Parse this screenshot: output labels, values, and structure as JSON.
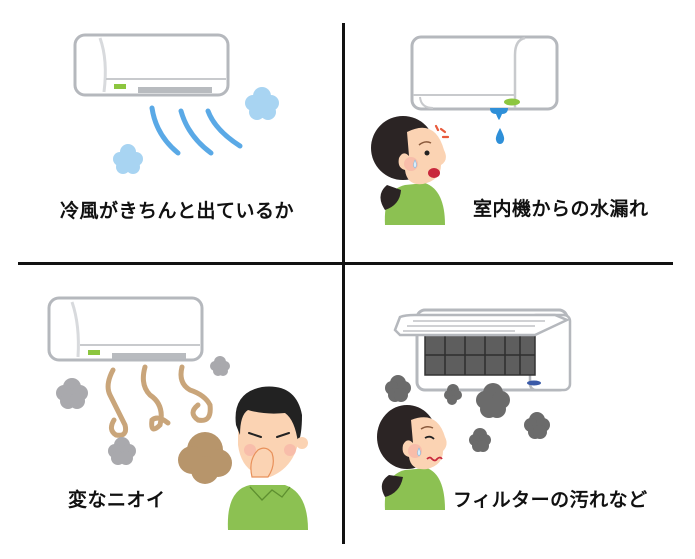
{
  "panels": [
    {
      "id": "cold-air",
      "caption": "冷風がきちんと出ているか",
      "illustration": "air-conditioner-blowing-cold-air",
      "colors": {
        "airflow": "#5aa9e6",
        "cloud": "#a8d4f2",
        "indicator": "#8cc63f"
      }
    },
    {
      "id": "water-leak",
      "caption": "室内機からの水漏れ",
      "illustration": "woman-surprised-by-dripping-air-conditioner",
      "colors": {
        "water": "#2e8fd8",
        "shirt": "#8cc152",
        "alert": "#e85a3c"
      }
    },
    {
      "id": "strange-smell",
      "caption": "変なニオイ",
      "illustration": "man-holding-nose-at-smelly-air-conditioner",
      "colors": {
        "smell": "#c9a57a",
        "smoke": "#a9a9ad",
        "shirt": "#8cc152"
      }
    },
    {
      "id": "dirty-filter",
      "caption": "フィルターの汚れなど",
      "illustration": "woman-troubled-by-dirty-filter",
      "colors": {
        "dust": "#6b6b6b",
        "filter": "#555555",
        "indicator": "#3a5aa8"
      }
    }
  ],
  "layout": {
    "divider_color": "#111111"
  }
}
